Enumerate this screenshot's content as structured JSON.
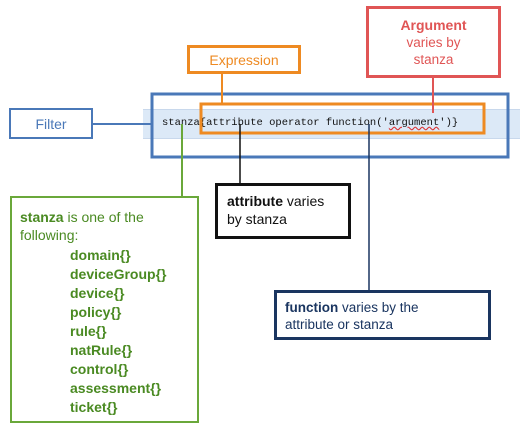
{
  "code_line": {
    "prefix": "stanza{attribute operator function('",
    "argument": "argument",
    "suffix": "')}"
  },
  "filter": {
    "label": "Filter"
  },
  "expression": {
    "label": "Expression"
  },
  "argument_box": {
    "title": "Argument",
    "line1": "varies by",
    "line2": "stanza"
  },
  "attribute_box": {
    "title": "attribute",
    "rest1": " varies",
    "line2": "by stanza"
  },
  "function_box": {
    "title": "function",
    "rest1": " varies by the",
    "line2": "attribute or stanza"
  },
  "stanza_box": {
    "title": "stanza",
    "rest1": " is one of the",
    "line2": "following:",
    "items": [
      "domain{}",
      "deviceGroup{}",
      "device{}",
      "policy{}",
      "rule{}",
      "natRule{}",
      "control{}",
      "assessment{}",
      "ticket{}"
    ]
  },
  "colors": {
    "filter": "#4a78b8",
    "expression": "#ee8a22",
    "argument": "#e05555",
    "attribute": "#111111",
    "function": "#1a3560",
    "stanza": "#6aa83a"
  }
}
